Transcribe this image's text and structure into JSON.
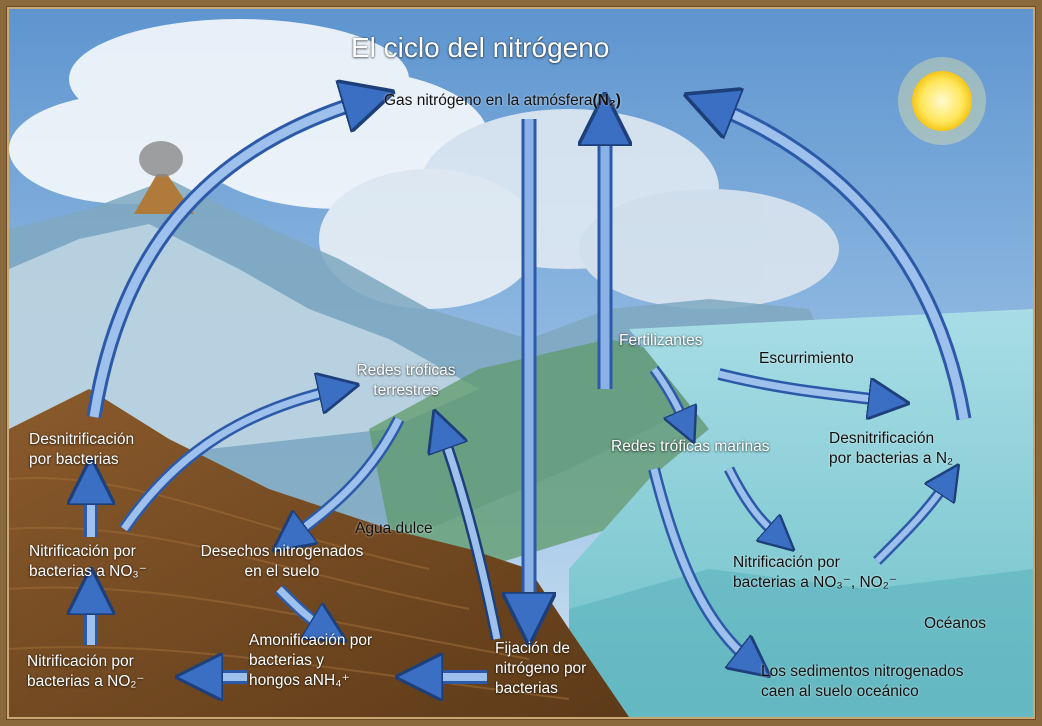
{
  "diagram": {
    "title": "El ciclo del nitrógeno",
    "nodes": {
      "atmosphere": "Gas nitrógeno en la atmósfera",
      "atmosphere_formula": "(N₂)",
      "denit_land": [
        "Desnitrificación",
        "por bacterias"
      ],
      "nitrif_no3": [
        "Nitrificación por",
        "bacterias a NO₃⁻"
      ],
      "nitrif_no2": [
        "Nitrificación por",
        "bacterias a NO₂⁻"
      ],
      "terrestrial_web": [
        "Redes tróficas",
        "terrestres"
      ],
      "soil_waste": [
        "Desechos nitrogenados",
        "en el suelo"
      ],
      "ammonification": [
        "Amonificación por",
        "bacterias y",
        "hongos aNH₄⁺"
      ],
      "fixation": [
        "Fijación de",
        "nitrógeno por",
        "bacterias"
      ],
      "freshwater": "Agua dulce",
      "fertilizers": "Fertilizantes",
      "runoff": "Escurrimiento",
      "marine_web": "Redes tróficas marinas",
      "denit_ocean": [
        "Desnitrificación",
        "por bacterias a N₂"
      ],
      "nitrif_ocean": [
        "Nitrificación por",
        "bacterias a  NO₃⁻, NO₂⁻"
      ],
      "oceans": "Océanos",
      "sediments": [
        "Los sedimentos nitrogenados",
        "caen al suelo oceánico"
      ]
    },
    "colors": {
      "arrow_light": "#a9c8ec",
      "arrow_dark": "#2f5fb8",
      "sky": "#6fa3d6",
      "ocean": "#8fd3d8",
      "soil": "#7a4a22",
      "frame": "#8a6a3c"
    }
  }
}
